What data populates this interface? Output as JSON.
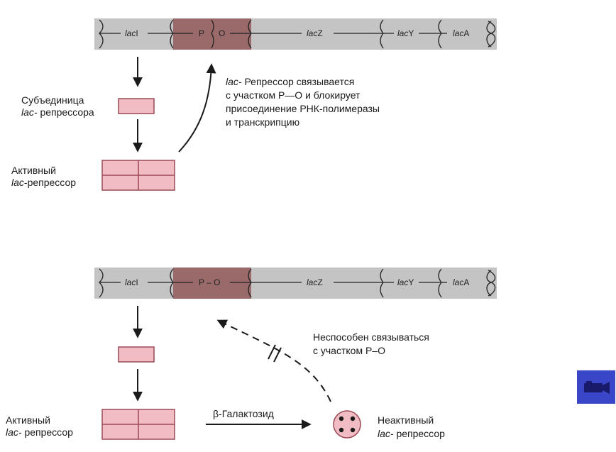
{
  "top": {
    "genes": {
      "laci": "lac",
      "laci_suffix": "I",
      "p": "P",
      "o": "O",
      "lacz": "lac",
      "lacz_suffix": "Z",
      "lacy": "lac",
      "lacy_suffix": "Y",
      "laca": "lac",
      "laca_suffix": "A"
    },
    "subunit_label_line1": "Субъединица",
    "subunit_label_line2_italic": "lac-",
    "subunit_label_line2": " репрессора",
    "active_label_line1": "Активный",
    "active_label_line2_italic": "lac",
    "active_label_line2": "-репрессор",
    "note_italic": "lac-",
    "note_line1": " Репрессор связывается",
    "note_line2": "с участком  P—O и блокирует",
    "note_line3": "присоединение РНК-полимеразы",
    "note_line4": "и  транскрипцию"
  },
  "bottom": {
    "genes": {
      "laci": "lac",
      "laci_suffix": "I",
      "po": "P – O",
      "lacz": "lac",
      "lacz_suffix": "Z",
      "lacy": "lac",
      "lacy_suffix": "Y",
      "laca": "lac",
      "laca_suffix": "A"
    },
    "active_label_line1": "Активный",
    "active_label_line2_italic": "lac-",
    "active_label_line2": " репрессор",
    "inducer_label": "β-Галактозид",
    "unable_line1": "Неспособен связываться",
    "unable_line2": "с участком P–O",
    "inactive_label_line1": "Неактивный",
    "inactive_label_line2_italic": "lac-",
    "inactive_label_line2": " репрессор"
  },
  "colors": {
    "dna": "#c4c4c4",
    "operator": "#9a6a6a",
    "repressor_fill": "#f2bcc4",
    "repressor_stroke": "#9a4a56",
    "button": "#3a46c8"
  },
  "icons": {
    "video_button": "camera-icon"
  }
}
